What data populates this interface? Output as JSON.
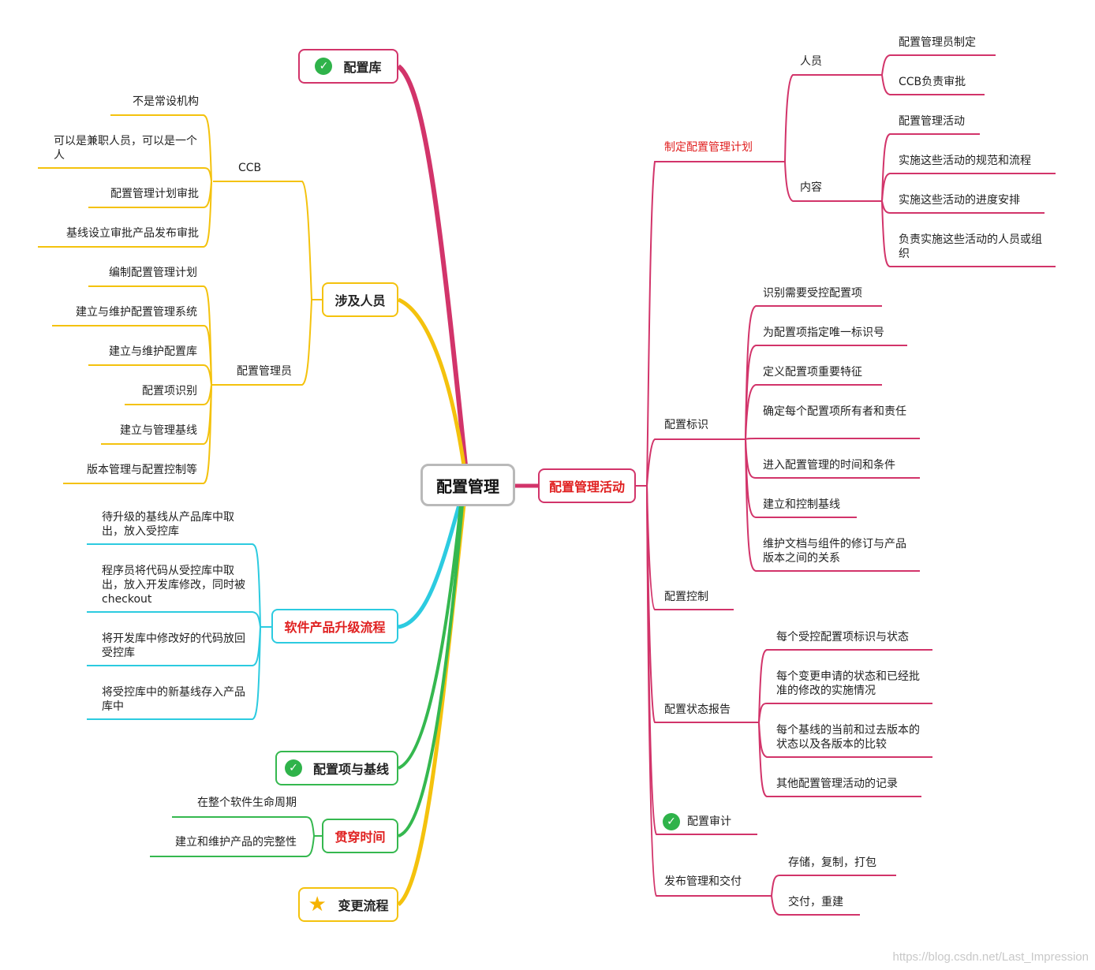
{
  "root": "配置管理",
  "colors": {
    "pink": "#d2346a",
    "yellow": "#f4c20d",
    "cyan": "#2ccbe0",
    "green": "#35b84f",
    "red_text": "#e02020",
    "root_border": "#b9b9b9"
  },
  "left": {
    "repo": {
      "label": "配置库",
      "icon": "check-icon"
    },
    "people": {
      "label": "涉及人员",
      "ccb": {
        "label": "CCB",
        "items": [
          "不是常设机构",
          "可以是兼职人员，可以是一个人",
          "配置管理计划审批",
          "基线设立审批产品发布审批"
        ]
      },
      "admin": {
        "label": "配置管理员",
        "items": [
          "编制配置管理计划",
          "建立与维护配置管理系统",
          "建立与维护配置库",
          "配置项识别",
          "建立与管理基线",
          "版本管理与配置控制等"
        ]
      }
    },
    "upgrade": {
      "label": "软件产品升级流程",
      "items": [
        "待升级的基线从产品库中取出，放入受控库",
        "程序员将代码从受控库中取出，放入开发库修改，同时被checkout",
        "将开发库中修改好的代码放回受控库",
        "将受控库中的新基线存入产品库中"
      ]
    },
    "baseline": {
      "label": "配置项与基线",
      "icon": "check-icon"
    },
    "lifetime": {
      "label": "贯穿时间",
      "items": [
        "在整个软件生命周期",
        "建立和维护产品的完整性"
      ]
    },
    "change": {
      "label": "变更流程",
      "icon": "star-icon"
    }
  },
  "right": {
    "activities": {
      "label": "配置管理活动",
      "plan": {
        "label": "制定配置管理计划",
        "people": {
          "label": "人员",
          "items": [
            "配置管理员制定",
            "CCB负责审批"
          ]
        },
        "content": {
          "label": "内容",
          "items": [
            "配置管理活动",
            "实施这些活动的规范和流程",
            "实施这些活动的进度安排",
            "负责实施这些活动的人员或组织"
          ]
        }
      },
      "identify": {
        "label": "配置标识",
        "items": [
          "识别需要受控配置项",
          "为配置项指定唯一标识号",
          "定义配置项重要特征",
          "确定每个配置项所有者和责任",
          "进入配置管理的时间和条件",
          "建立和控制基线",
          "维护文档与组件的修订与产品版本之间的关系"
        ]
      },
      "control": {
        "label": "配置控制"
      },
      "status": {
        "label": "配置状态报告",
        "items": [
          "每个受控配置项标识与状态",
          "每个变更申请的状态和已经批准的修改的实施情况",
          "每个基线的当前和过去版本的状态以及各版本的比较",
          "其他配置管理活动的记录"
        ]
      },
      "audit": {
        "label": "配置审计",
        "icon": "check-icon"
      },
      "release": {
        "label": "发布管理和交付",
        "items": [
          "存储，复制，打包",
          "交付，重建"
        ]
      }
    }
  },
  "watermark": "https://blog.csdn.net/Last_Impression"
}
